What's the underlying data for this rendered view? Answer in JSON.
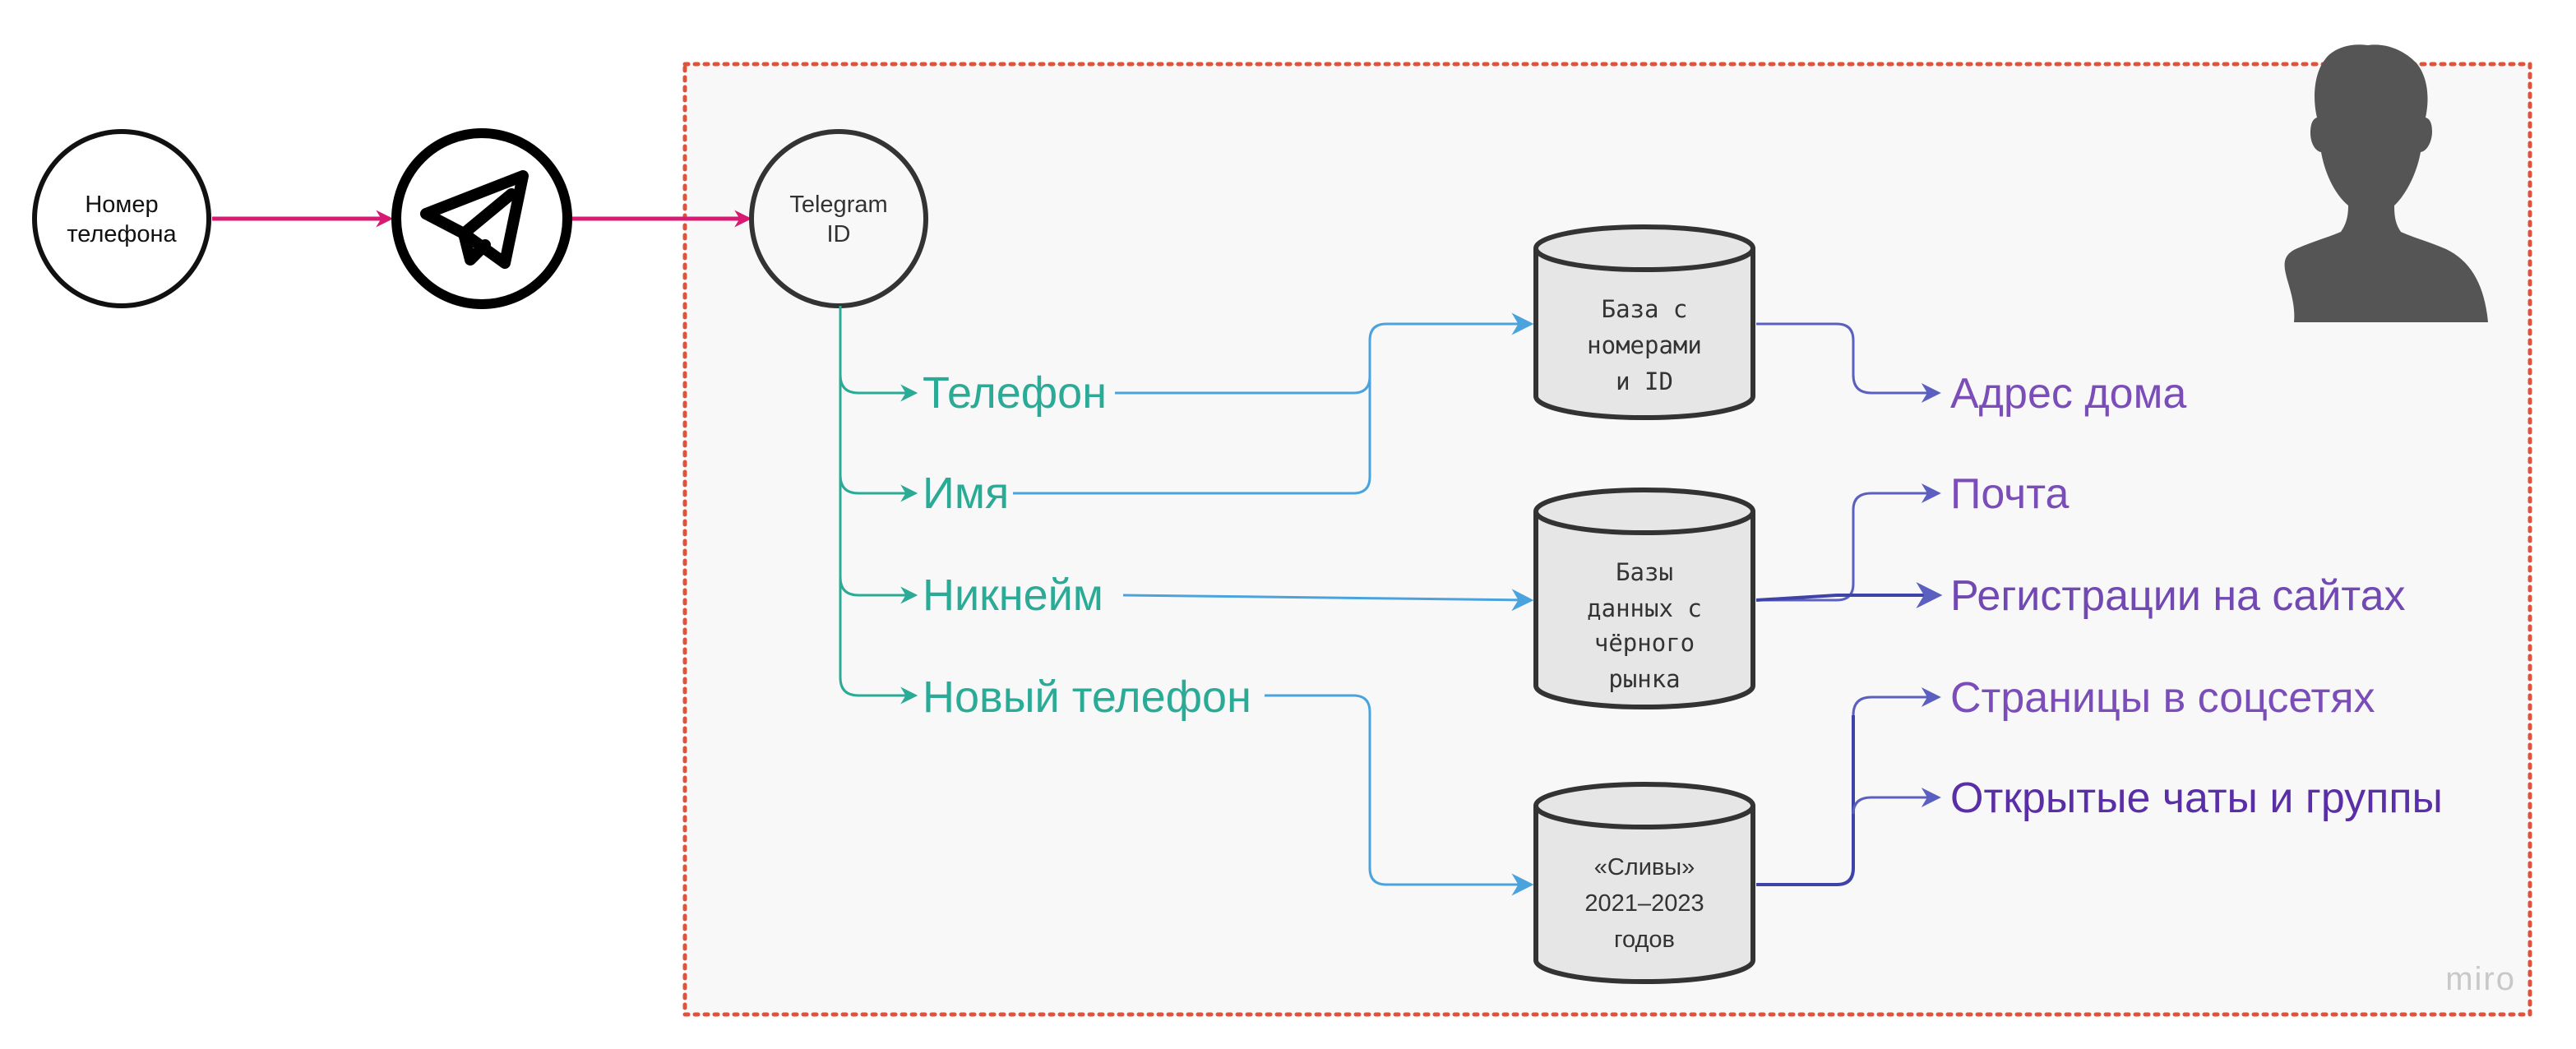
{
  "nodes": {
    "phone_number": {
      "lines": [
        "Номер",
        "телефона"
      ]
    },
    "telegram_id": {
      "lines": [
        "Telegram",
        "ID"
      ]
    }
  },
  "attributes": [
    {
      "label": "Телефон"
    },
    {
      "label": "Имя"
    },
    {
      "label": "Никнейм"
    },
    {
      "label": "Новый телефон"
    }
  ],
  "databases": [
    {
      "lines": [
        "База с",
        "номерами",
        "и ID"
      ]
    },
    {
      "lines": [
        "Базы",
        "данных с",
        "чёрного",
        "рынка"
      ]
    },
    {
      "lines": [
        "«Сливы»",
        "2021–2023",
        "годов"
      ]
    }
  ],
  "results": [
    {
      "label": "Адрес дома"
    },
    {
      "label": "Почта"
    },
    {
      "label": "Регистрации на сайтах"
    },
    {
      "label": "Страницы в соцсетях"
    },
    {
      "label": "Открытые чаты и группы"
    }
  ],
  "watermark": "miro",
  "icons": {
    "telegram": "telegram-plane-icon",
    "person": "person-silhouette-icon"
  },
  "colors": {
    "pink_arrow": "#D81B72",
    "teal": "#2BAA96",
    "blue": "#4BA3DD",
    "indigo": "#4A4FB5",
    "purple_text": "#7B4DB8",
    "frame": "#E0533B",
    "frame_bg": "#F8F8F8",
    "cylinder_fill": "#E6E6E6",
    "outline": "#333333",
    "person": "#555555"
  }
}
